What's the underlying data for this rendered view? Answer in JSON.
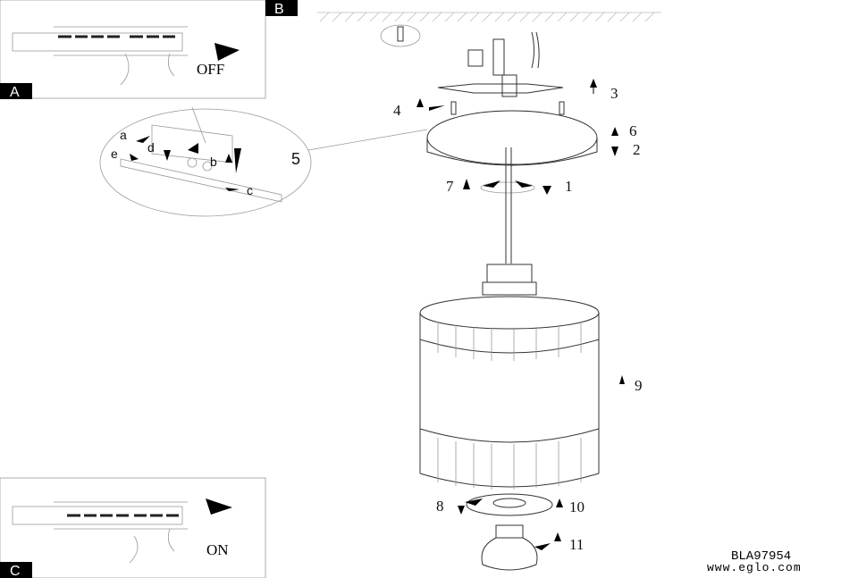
{
  "panels": {
    "a": {
      "label": "A",
      "state_text": "OFF"
    },
    "b": {
      "label": "B"
    },
    "c": {
      "label": "C",
      "state_text": "ON"
    }
  },
  "steps": {
    "s1": "1",
    "s2": "2",
    "s3": "3",
    "s4": "4",
    "s5": "5",
    "s6": "6",
    "s7": "7",
    "s8": "8",
    "s9": "9",
    "s10": "10",
    "s11": "11"
  },
  "detail_letters": {
    "a": "a",
    "b": "b",
    "c": "c",
    "d": "d",
    "e": "e"
  },
  "footer": {
    "model": "BLA97954",
    "website": "www.eglo.com"
  },
  "colors": {
    "ink": "#000000",
    "paper": "#ffffff"
  }
}
